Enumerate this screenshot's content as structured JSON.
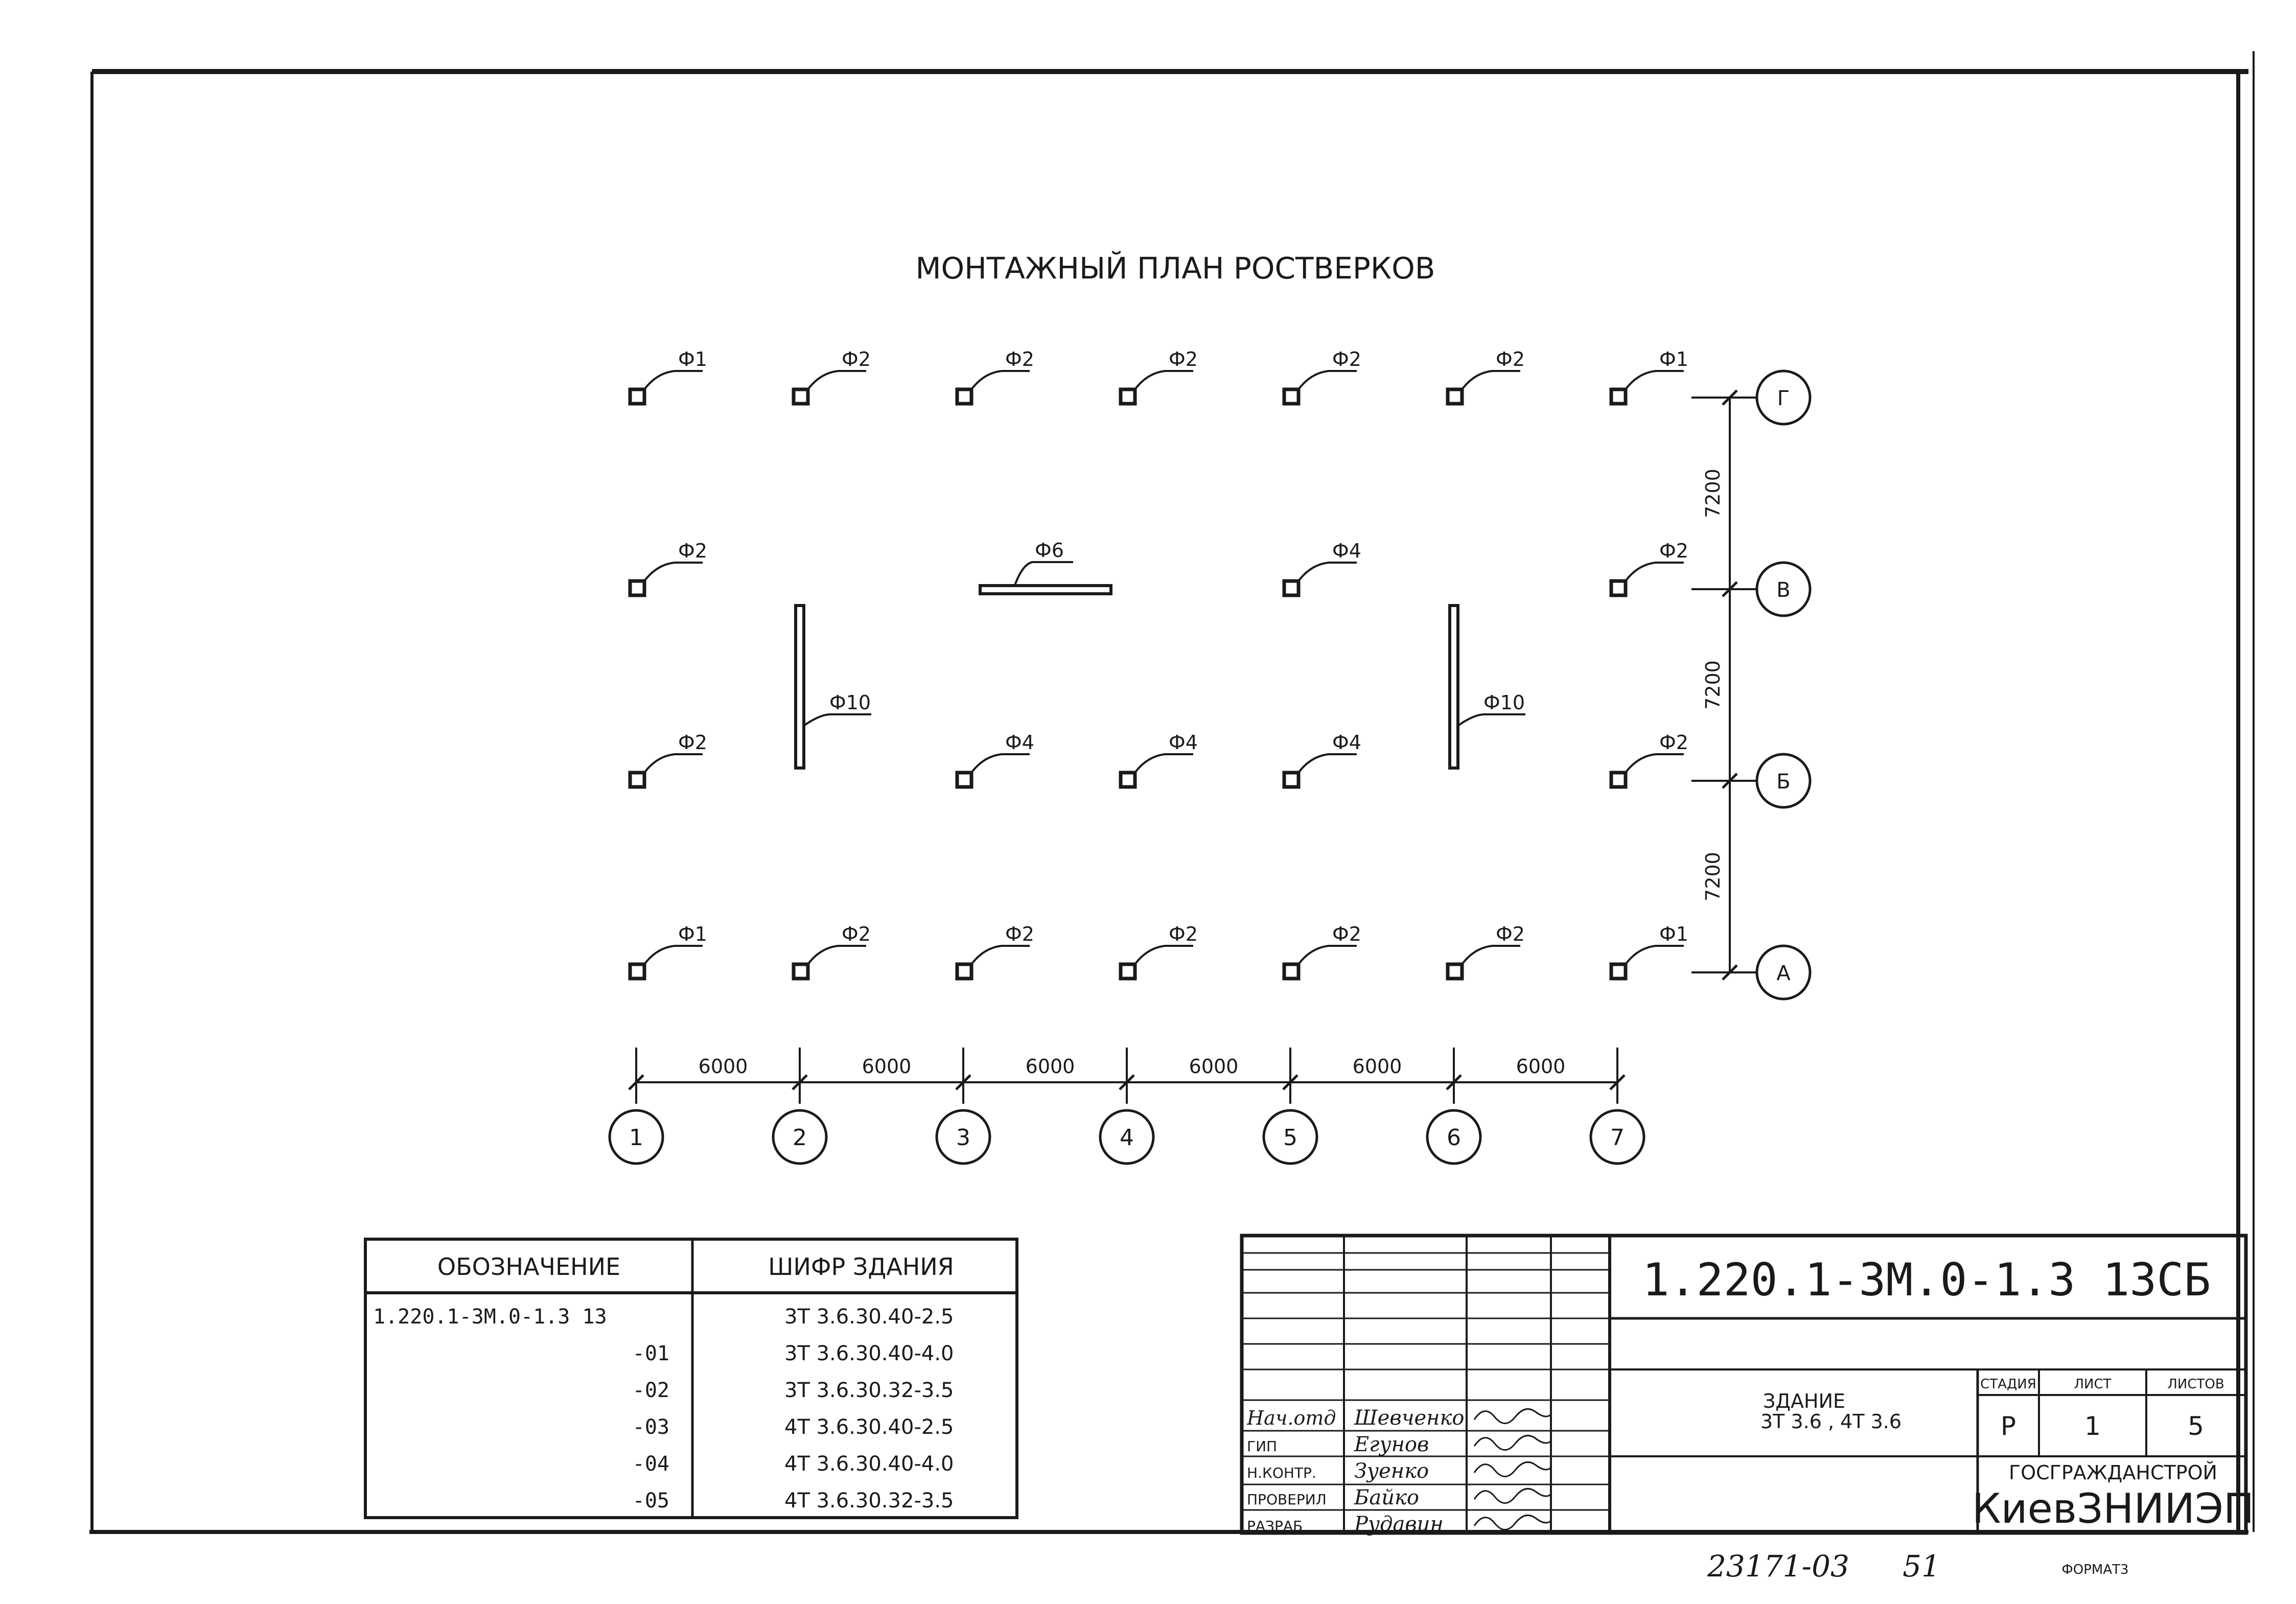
{
  "title": "МОНТАЖНЫЙ ПЛАН РОСТВЕРКОВ",
  "columns": [
    "1",
    "2",
    "3",
    "4",
    "5",
    "6",
    "7"
  ],
  "rows": [
    "Г",
    "В",
    "Б",
    "А"
  ],
  "spans_x": [
    "6000",
    "6000",
    "6000",
    "6000",
    "6000",
    "6000"
  ],
  "spans_y": [
    "7200",
    "7200",
    "7200"
  ],
  "footings": [
    {
      "label": "Ф1",
      "col": 0,
      "row": 0
    },
    {
      "label": "Ф2",
      "col": 1,
      "row": 0
    },
    {
      "label": "Ф2",
      "col": 2,
      "row": 0
    },
    {
      "label": "Ф2",
      "col": 3,
      "row": 0
    },
    {
      "label": "Ф2",
      "col": 4,
      "row": 0
    },
    {
      "label": "Ф2",
      "col": 5,
      "row": 0
    },
    {
      "label": "Ф1",
      "col": 6,
      "row": 0
    },
    {
      "label": "Ф2",
      "col": 0,
      "row": 1
    },
    {
      "label": "Ф4",
      "col": 4,
      "row": 1
    },
    {
      "label": "Ф2",
      "col": 6,
      "row": 1
    },
    {
      "label": "Ф2",
      "col": 0,
      "row": 2
    },
    {
      "label": "Ф4",
      "col": 2,
      "row": 2
    },
    {
      "label": "Ф4",
      "col": 3,
      "row": 2
    },
    {
      "label": "Ф4",
      "col": 4,
      "row": 2
    },
    {
      "label": "Ф2",
      "col": 6,
      "row": 2
    },
    {
      "label": "Ф1",
      "col": 0,
      "row": 3
    },
    {
      "label": "Ф2",
      "col": 1,
      "row": 3
    },
    {
      "label": "Ф2",
      "col": 2,
      "row": 3
    },
    {
      "label": "Ф2",
      "col": 3,
      "row": 3
    },
    {
      "label": "Ф2",
      "col": 4,
      "row": 3
    },
    {
      "label": "Ф2",
      "col": 5,
      "row": 3
    },
    {
      "label": "Ф1",
      "col": 6,
      "row": 3
    }
  ],
  "strip_footings": [
    {
      "label": "Ф6",
      "orientation": "horizontal"
    },
    {
      "label": "Ф10",
      "orientation": "vertical",
      "col": 1
    },
    {
      "label": "Ф10",
      "orientation": "vertical",
      "col": 5
    }
  ],
  "spec_table": {
    "headers": [
      "ОБОЗНАЧЕНИЕ",
      "ШИФР ЗДАНИЯ"
    ],
    "rows": [
      [
        "1.220.1-3М.0-1.3 13",
        "3Т 3.6.30.40-2.5"
      ],
      [
        "-01",
        "3Т 3.6.30.40-4.0"
      ],
      [
        "-02",
        "3Т 3.6.30.32-3.5"
      ],
      [
        "-03",
        "4Т 3.6.30.40-2.5"
      ],
      [
        "-04",
        "4Т 3.6.30.40-4.0"
      ],
      [
        "-05",
        "4Т 3.6.30.32-3.5"
      ]
    ]
  },
  "title_block": {
    "code": "1.220.1-3М.0-1.3  13СБ",
    "building": "ЗДАНИЕ",
    "building_types": "3Т 3.6 , 4Т 3.6",
    "stage_label": "СТАДИЯ",
    "sheet_label": "ЛИСТ",
    "sheets_label": "ЛИСТОВ",
    "stage": "Р",
    "sheet": "1",
    "sheets": "5",
    "org1": "ГОСГРАЖДАНСТРОЙ",
    "org2": "КиевЗНИИЭП",
    "signers": [
      {
        "role": "Нач.отд",
        "name": "Шевченко"
      },
      {
        "role": "ГИП",
        "name": "Егунов"
      },
      {
        "role": "Н.КОНТР.",
        "name": "Зуенко"
      },
      {
        "role": "ПРОВЕРИЛ",
        "name": "Байко"
      },
      {
        "role": "РАЗРАБ",
        "name": "Рудавин"
      }
    ]
  },
  "footer": {
    "number": "23171-03",
    "page": "51",
    "format": "ФОРМАТ3"
  }
}
